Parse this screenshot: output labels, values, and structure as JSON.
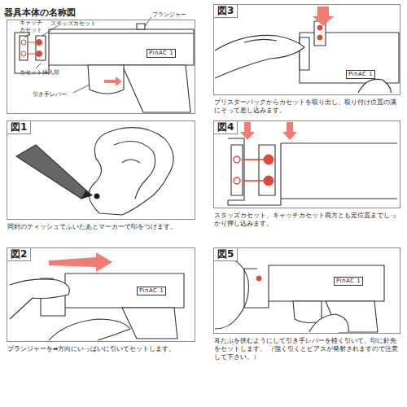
{
  "diagram": {
    "nodes": [
      {
        "text": [
          "器具本体の名称図"
        ]
      },
      {
        "text": [
          "図3",
          "ブリスターパックからカセットを取り出し、取り付け位置の溝にそって差し込みます。"
        ]
      },
      {
        "text": [
          "図1",
          "同封のティッシュでふいたあとマーカーで印をつけます。"
        ]
      },
      {
        "text": [
          "図4",
          "スタッズカセット、キャッチカセット両方とも定位置までしっかり押し込みます。"
        ]
      },
      {
        "text": [
          "図2",
          "プランジャーを➡方向にいっぱいに引いてセットします。"
        ]
      },
      {
        "text": [
          "図5",
          "耳たぶを挟むようにして引き手レバーを軽く引いて、印に針先をセットします。 （強く引くとピアスが発射されますので注意して下さい。）"
        ]
      }
    ],
    "labels": [
      "キャッチ カセット",
      "スタッズカセット",
      "プランジャー",
      "カセット挿入部",
      "引き手レバー",
      "PinAC 1",
      "PinAC 1",
      "PinAC 1",
      "PinAC 1"
    ]
  }
}
